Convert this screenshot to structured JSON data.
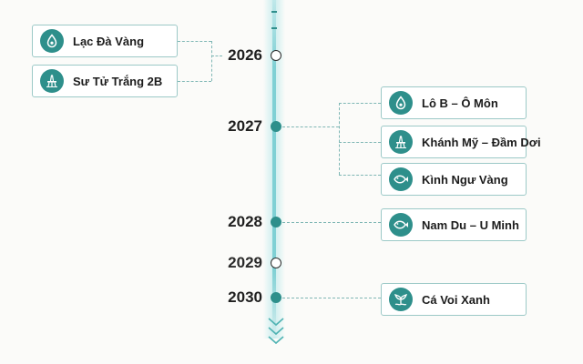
{
  "timeline": {
    "years": [
      {
        "label": "2026",
        "marker": "hollow"
      },
      {
        "label": "2027",
        "marker": "filled"
      },
      {
        "label": "2028",
        "marker": "filled"
      },
      {
        "label": "2029",
        "marker": "hollow"
      },
      {
        "label": "2030",
        "marker": "filled"
      }
    ],
    "projects": [
      {
        "name": "Lạc Đà Vàng",
        "year": "2026",
        "icon": "oil-drop-icon"
      },
      {
        "name": "Sư Tử Trắng 2B",
        "year": "2026",
        "icon": "oil-platform-icon"
      },
      {
        "name": "Lô B – Ô Môn",
        "year": "2027",
        "icon": "oil-drop-icon"
      },
      {
        "name": "Khánh Mỹ – Đầm Dơi",
        "year": "2027",
        "icon": "oil-platform-icon"
      },
      {
        "name": "Kình Ngư Vàng",
        "year": "2027",
        "icon": "fish-icon"
      },
      {
        "name": "Nam Du – U Minh",
        "year": "2028",
        "icon": "fish-icon"
      },
      {
        "name": "Cá Voi Xanh",
        "year": "2030",
        "icon": "whale-tail-icon"
      }
    ]
  },
  "colors": {
    "accent": "#2e8f8b",
    "card_border": "#9cc9c7",
    "axis": "#7fd0d4",
    "connector": "#7fb7b5"
  },
  "icons": {
    "more": "chevron-down-icon"
  }
}
